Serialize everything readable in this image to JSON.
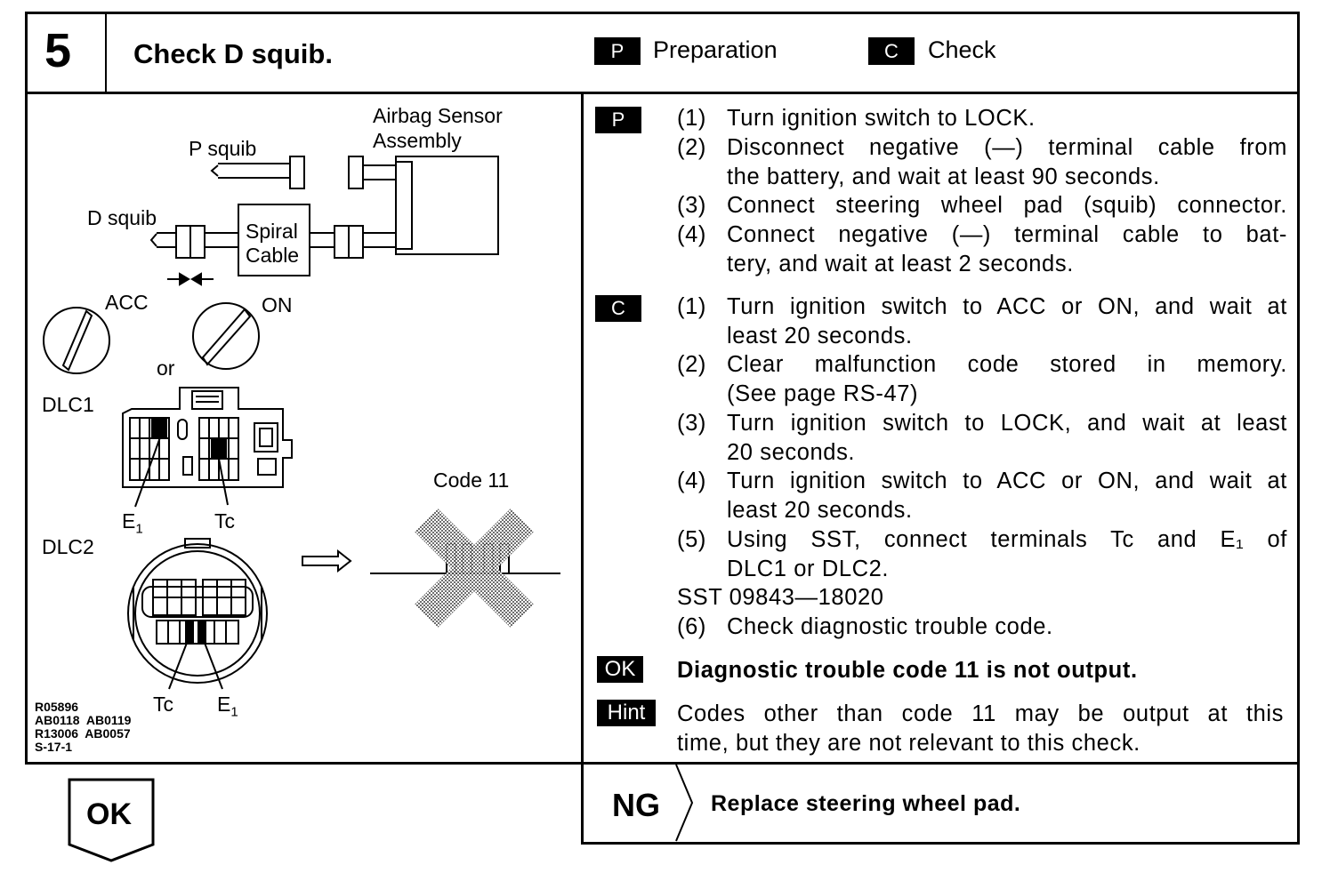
{
  "header": {
    "step_number": "5",
    "title": "Check D squib.",
    "legend": [
      {
        "tag": "P",
        "label": "Preparation"
      },
      {
        "tag": "C",
        "label": "Check"
      }
    ]
  },
  "diagram": {
    "labels": {
      "airbag_sensor": "Airbag Sensor",
      "assembly": "Assembly",
      "p_squib": "P squib",
      "d_squib": "D squib",
      "spiral": "Spiral",
      "cable": "Cable",
      "acc": "ACC",
      "on": "ON",
      "or": "or",
      "dlc1": "DLC1",
      "dlc2": "DLC2",
      "e1": "E",
      "e1_sub": "1",
      "tc": "Tc",
      "code": "Code 11"
    },
    "refs": [
      "R05896",
      "AB0118  AB0119",
      "R13006  AB0057",
      "S-17-1"
    ]
  },
  "preparation": {
    "tag": "P",
    "steps": [
      {
        "num": "(1)",
        "line1": "Turn ignition switch to LOCK.",
        "line2": ""
      },
      {
        "num": "(2)",
        "line1": "Disconnect negative (—) terminal cable from",
        "line2": "the battery, and wait at least 90 seconds."
      },
      {
        "num": "(3)",
        "line1": "Connect steering wheel pad (squib) connector.",
        "line2": ""
      },
      {
        "num": "(4)",
        "line1": "Connect negative (—) terminal cable to bat-",
        "line2": "tery, and wait at least 2 seconds."
      }
    ]
  },
  "check": {
    "tag": "C",
    "steps": [
      {
        "num": "(1)",
        "line1": "Turn ignition switch to ACC or ON, and wait at",
        "line2": "least 20 seconds."
      },
      {
        "num": "(2)",
        "line1": "Clear malfunction code stored in memory.",
        "line2": "(See page RS-47)"
      },
      {
        "num": "(3)",
        "line1": "Turn ignition switch to LOCK, and wait at least",
        "line2": "20 seconds."
      },
      {
        "num": "(4)",
        "line1": "Turn ignition switch to ACC or ON, and wait at",
        "line2": "least 20 seconds."
      },
      {
        "num": "(5)",
        "line1": "Using SST, connect terminals Tc and E₁ of",
        "line2": "DLC1 or DLC2."
      }
    ],
    "sst": "SST 09843—18020",
    "step6_num": "(6)",
    "step6": "Check diagnostic trouble code."
  },
  "ok_note": {
    "tag": "OK",
    "text": "Diagnostic trouble code 11 is not output."
  },
  "hint_note": {
    "tag": "Hint",
    "line1": "Codes other than code 11 may be output at this",
    "line2": "time, but they are not relevant to this check."
  },
  "result": {
    "ok_label": "OK",
    "ng_label": "NG",
    "ng_action": "Replace steering wheel pad."
  }
}
